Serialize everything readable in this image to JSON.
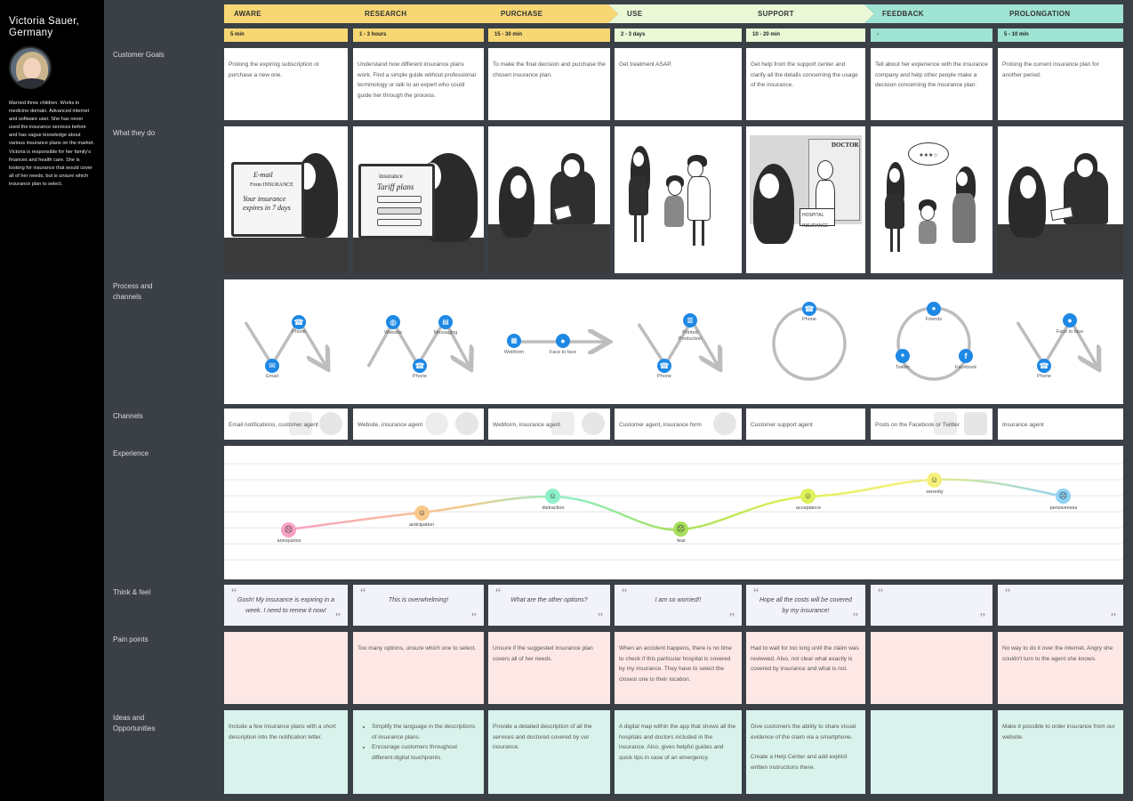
{
  "persona": {
    "name": "Victoria Sauer, Germany",
    "bio": "Married three children. Works in medicine domain. Advanced internet and software user. She has never used the insurance services before and has vague knowledge about various insurance plans on the market. Victoria is responsible for her family's finances and health care. She is looking for insurance that would cover all of her needs, but is unsure which insurance plan to select."
  },
  "row_labels": {
    "goals": "Customer Goals",
    "do": "What they do",
    "process": "Process and channels",
    "channels": "Channels",
    "experience": "Experience",
    "think": "Think & feel",
    "pain": "Pain points",
    "ideas": "Ideas and Opportunities"
  },
  "stages": [
    {
      "label": "AWARE",
      "color": "#f7d774"
    },
    {
      "label": "RESEARCH",
      "color": "#f7d774"
    },
    {
      "label": "PURCHASE",
      "color": "#f7d774"
    },
    {
      "label": "USE",
      "color": "#e9f7d0"
    },
    {
      "label": "SUPPORT",
      "color": "#e9f7d0"
    },
    {
      "label": "FEEDBACK",
      "color": "#9fe3d2"
    },
    {
      "label": "PROLONGATION",
      "color": "#9fe3d2"
    }
  ],
  "durations": [
    "5 min",
    "1 - 3 hours",
    "15 - 30 min",
    "2 - 3 days",
    "10 - 20 min",
    "-",
    "5 - 10 min"
  ],
  "goals": [
    "Prolong the expiring subscription or purchase a new one.",
    "Understand how different insurance plans work. Find a simple guide without professional terminology or talk to an expert who could guide her through the process.",
    "To make the final decision and purchase the chosen insurance plan.",
    "Get treatment ASAP.",
    "Get help from the support center and clarify all the details concerning the usage of the insurance.",
    "Tell about her experience with the insurance company and help other people make a decision concerning the insurance plan.",
    "Prolong the current insurance plan for another period."
  ],
  "scenes": {
    "email_title": "E-mail",
    "email_from": "From INSURANCE",
    "email_body": "Your insurance expires in 7 days",
    "search_text": "insurance",
    "tariff": "Tariff plans",
    "doctor": "DOCTOR",
    "hospital": "HOSPITAL",
    "insurance_card": "INSURANCE"
  },
  "process": {
    "aware": [
      "Phone",
      "Email"
    ],
    "research": [
      "Website",
      "Messaging",
      "Phone"
    ],
    "purchase": [
      "Webform",
      "Face to face"
    ],
    "use": [
      "Printed Production",
      "Phone"
    ],
    "support": [
      "Phone"
    ],
    "feedback": [
      "Friends",
      "Twitter",
      "Facebook"
    ],
    "prolongation": [
      "Face to face",
      "Phone"
    ]
  },
  "channels": [
    "Email notifications, customer agent",
    "Website, insurance agent",
    "Webform, insurance agent",
    "Customer agent, insurance form",
    "Customer support agent",
    "Posts on the Facebook or Twitter",
    "Insurance agent"
  ],
  "experience": [
    {
      "emotion": "annoyance",
      "color": "#f7a1c4"
    },
    {
      "emotion": "anticipation",
      "color": "#f7c98a"
    },
    {
      "emotion": "distraction",
      "color": "#8ef0c8"
    },
    {
      "emotion": "fear",
      "color": "#a6e05a"
    },
    {
      "emotion": "acceptance",
      "color": "#dff05a"
    },
    {
      "emotion": "serenity",
      "color": "#f5f07a"
    },
    {
      "emotion": "pensiveness",
      "color": "#8fd2f5"
    }
  ],
  "think": [
    "Gosh! My insurance is expiring in a week. I need to renew it now!",
    "This is overwhelming!",
    "What are the other options?",
    "I am so worried!!",
    "Hope all the costs will be covered by my insurance!",
    "",
    ""
  ],
  "pain": [
    "",
    "Too many options, unsure which one to select.",
    "Unsure if the suggested insurance plan covers all of her needs.",
    "When an accident happens, there is no time to check if this particular hospital is covered by my insurance. They have to select the closest one to their location.",
    "Had to wait for too long until the claim was reviewed. Also, not clear what exactly is covered by insurance and what is not.",
    "",
    "No way to do it over the internet. Angry she couldn't turn to the agent she knows."
  ],
  "ideas": {
    "aware": "Include a few insurance plans with a short description into the notification letter.",
    "research": [
      "Simplify the language in the descriptions of insurance plans.",
      "Encourage customers throughout different digital touchpoints."
    ],
    "purchase": "Provide a detailed description of all the services and doctored covered by our insurance.",
    "use": "A digital map within the app that shows all the hospitals and doctors included in the insurance. Also, gives helpful guides and quick tips in case of an emergency.",
    "support_1": "Give customers the ability to share visual evidence of the claim via a smartphone.",
    "support_2": "Create a Help Center and add explicit written instructions there.",
    "feedback": "",
    "prolongation": "Make it possible to order insurance from our website."
  },
  "quote_open": "“",
  "quote_close": "”"
}
